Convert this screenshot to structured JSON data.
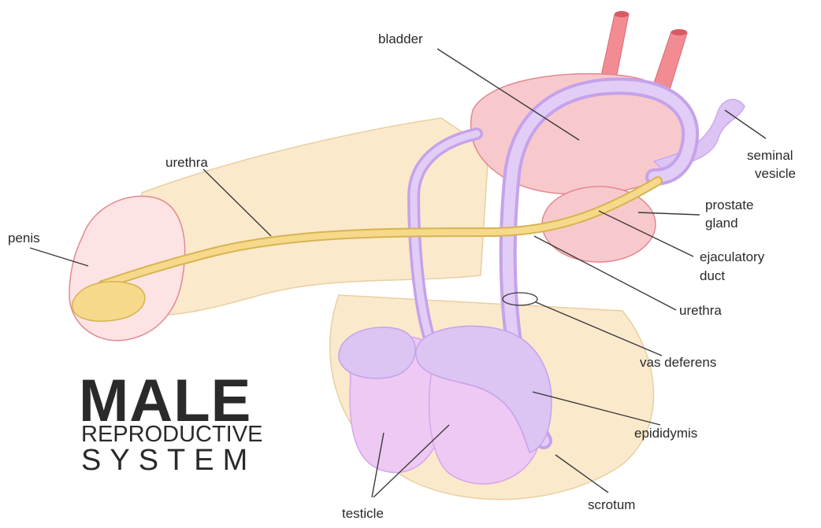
{
  "title": {
    "main": "MALE",
    "line2": "REPRODUCTIVE",
    "line3": "SYSTEM"
  },
  "labels": {
    "bladder": "bladder",
    "seminal_vesicle_1": "seminal",
    "seminal_vesicle_2": "vesicle",
    "urethra_top": "urethra",
    "penis": "penis",
    "prostate_1": "prostate",
    "prostate_2": "gland",
    "ejaculatory_1": "ejaculatory",
    "ejaculatory_2": "duct",
    "urethra_right": "urethra",
    "vas_deferens": "vas deferens",
    "epididymis": "epididymis",
    "scrotum": "scrotum",
    "testicle": "testicle"
  },
  "colors": {
    "skin": "#fbe9cc",
    "skin_edge": "#e9cfa2",
    "glans": "#fde3e3",
    "glans_edge": "#e08a92",
    "bladder": "#f8c9cc",
    "bladder_edge": "#e48790",
    "tube": "#f28c92",
    "urethra": "#f6d98a",
    "urethra_edge": "#d7b352",
    "purple": "#dcc4f3",
    "purple_dark": "#c5a2ea",
    "testis": "#edc9f4"
  }
}
